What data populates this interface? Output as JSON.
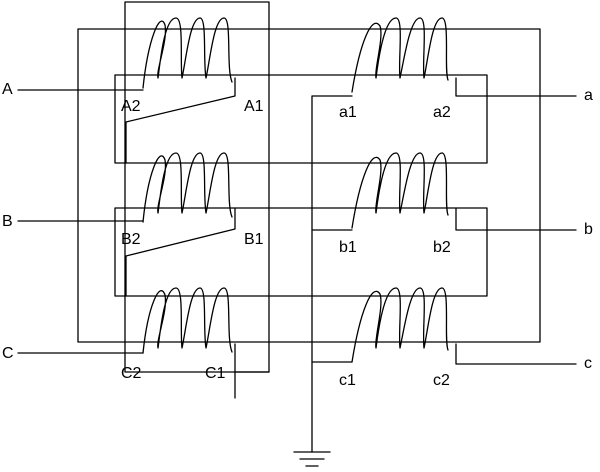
{
  "terminals": {
    "A": "A",
    "B": "B",
    "C": "C",
    "a": "a",
    "b": "b",
    "c": "c"
  },
  "windings": {
    "primary": [
      "A1",
      "A2",
      "B1",
      "B2",
      "C1",
      "C2"
    ],
    "secondary": [
      "a1",
      "a2",
      "b1",
      "b2",
      "c1",
      "c2"
    ]
  },
  "ground_symbol": "ground-icon"
}
